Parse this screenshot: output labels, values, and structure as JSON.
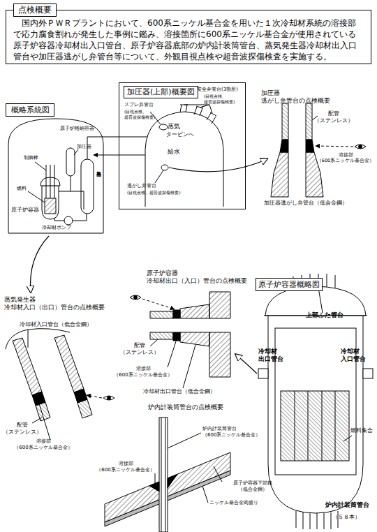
{
  "diagram": {
    "nodes": [
      {
        "text": [
          "点検概要",
          "国内外ＰＷＲプラントにおいて、600系ニッケル基合金を用いた１次冷却材系統の溶接部で応力腐食割れが発生した事例に鑑み、溶接箇所に600系ニッケル基合金が使用されている原子炉容器冷却材出入口管台、原子炉容器底部の炉内計装筒管台、蒸気発生器冷却材出入口管台や加圧器逃がし弁管台等について、外観目視点検や超音波探傷検査を実施する。"
        ]
      },
      {
        "text": [
          "概略系統図"
        ]
      },
      {
        "text": [
          "加圧器(上部)概要図"
        ]
      },
      {
        "text": [
          "原子炉容器概略図"
        ]
      }
    ],
    "labels": [
      "原子炉格納容器",
      "加圧器",
      "蒸気",
      "タービンへ",
      "給水",
      "制御棒",
      "燃料",
      "原子炉容器",
      "蒸気発生器",
      "冷却材ポンプ",
      "スプレ弁管台",
      "(目視点検、 超音波探傷検査)",
      "安全弁管台(3箇所)",
      "(目視点検、 超音波探傷検査)",
      "逃がし弁管台",
      "(目視点検、超音波探傷検査)",
      "加圧器 逃がし弁管台の点検概要",
      "配管 （ステンレス）",
      "溶接部 （600系ニッケル基合金）",
      "加圧器逃がし弁管台（低合金鋼）",
      "原子炉容器 冷却材出口（入口）管台の点検概要",
      "配管 （ステンレス）",
      "溶接部 （600系ニッケル基合金）",
      "冷却材出口管台（低合金鋼）",
      "蒸気発生器 冷却材入口（出口）管台の点検概要",
      "冷却材入口管台（低合金鋼）",
      "配管 （ステンレス）",
      "溶接部 （600系ニッケル基合金）",
      "炉内計装筒管台の点検概要",
      "溶接部 （600系ニッケル基合金）",
      "炉内計装筒管台 （600系ニッケル基合金）",
      "原子炉容器下部鏡 （低合金鋼）",
      "ニッケル基合金肉盛り",
      "上部ふた管台",
      "冷却材 出口管台",
      "冷却材 入口管台",
      "燃料集合",
      "炉内計装筒管台",
      "（５８本）"
    ]
  }
}
